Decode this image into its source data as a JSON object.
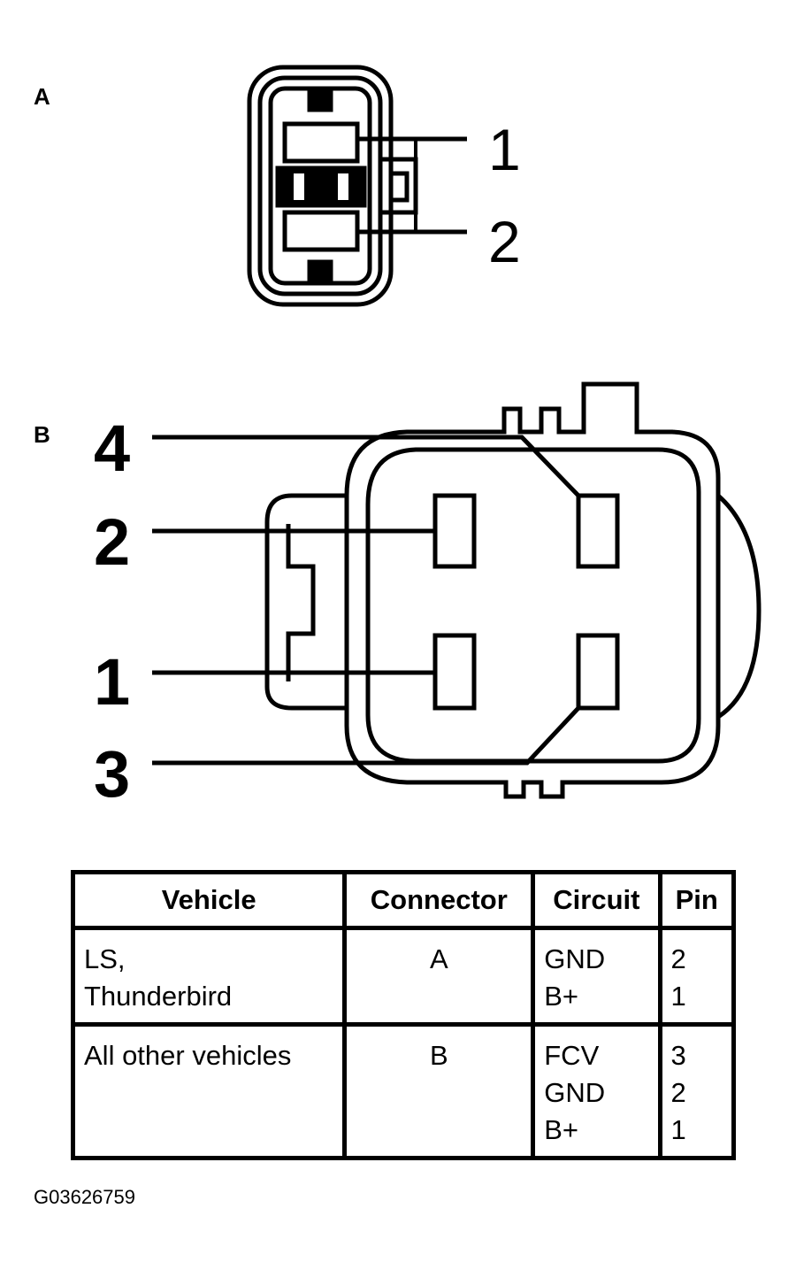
{
  "figure_a": {
    "label": "A",
    "pins": [
      "1",
      "2"
    ]
  },
  "figure_b": {
    "label": "B",
    "pins": [
      "4",
      "2",
      "1",
      "3"
    ]
  },
  "table": {
    "headers": [
      "Vehicle",
      "Connector",
      "Circuit",
      "Pin"
    ],
    "rows": [
      {
        "vehicle": [
          "LS,",
          "Thunderbird"
        ],
        "connector": "A",
        "circuits": [
          "GND",
          "B+"
        ],
        "pins": [
          "2",
          "1"
        ]
      },
      {
        "vehicle": [
          "All other vehicles"
        ],
        "connector": "B",
        "circuits": [
          "FCV",
          "GND",
          "B+"
        ],
        "pins": [
          "3",
          "2",
          "1"
        ]
      }
    ]
  },
  "figure_id": "G03626759"
}
